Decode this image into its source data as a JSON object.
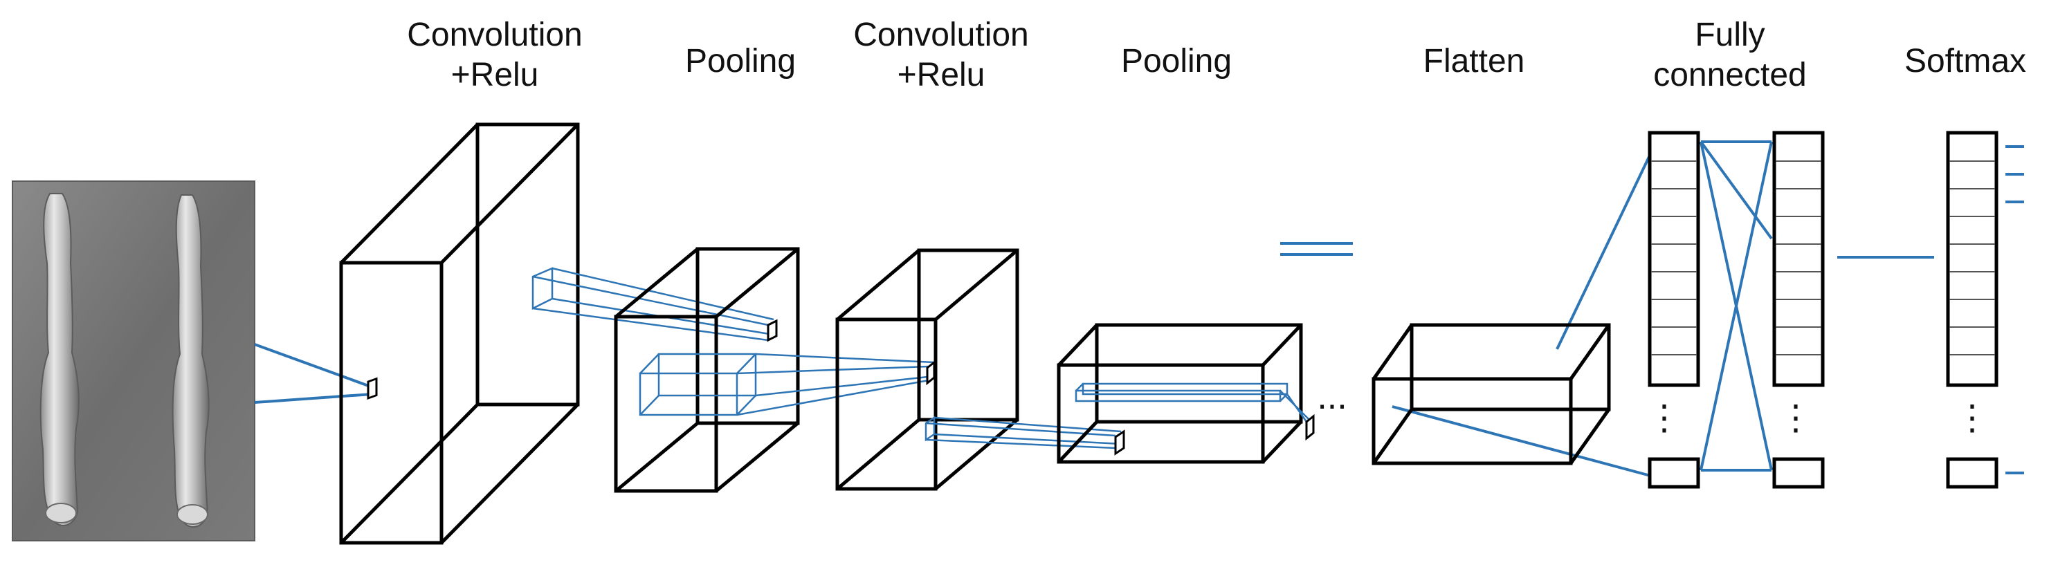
{
  "stages": [
    {
      "id": "conv1",
      "lines": [
        "Convolution",
        "+Relu"
      ]
    },
    {
      "id": "pool1",
      "lines": [
        "Pooling"
      ]
    },
    {
      "id": "conv2",
      "lines": [
        "Convolution",
        "+Relu"
      ]
    },
    {
      "id": "pool2",
      "lines": [
        "Pooling"
      ]
    },
    {
      "id": "flatten",
      "lines": [
        "Flatten"
      ]
    },
    {
      "id": "fc",
      "lines": [
        "Fully",
        "connected"
      ]
    },
    {
      "id": "softmax",
      "lines": [
        "Softmax"
      ]
    }
  ],
  "ellipsis": "...",
  "vertical_ellipsis": "⋮",
  "colors": {
    "box_stroke": "#000000",
    "connector": "#2e75b6",
    "text": "#111111",
    "photo_bg": "#7d7d7d"
  }
}
